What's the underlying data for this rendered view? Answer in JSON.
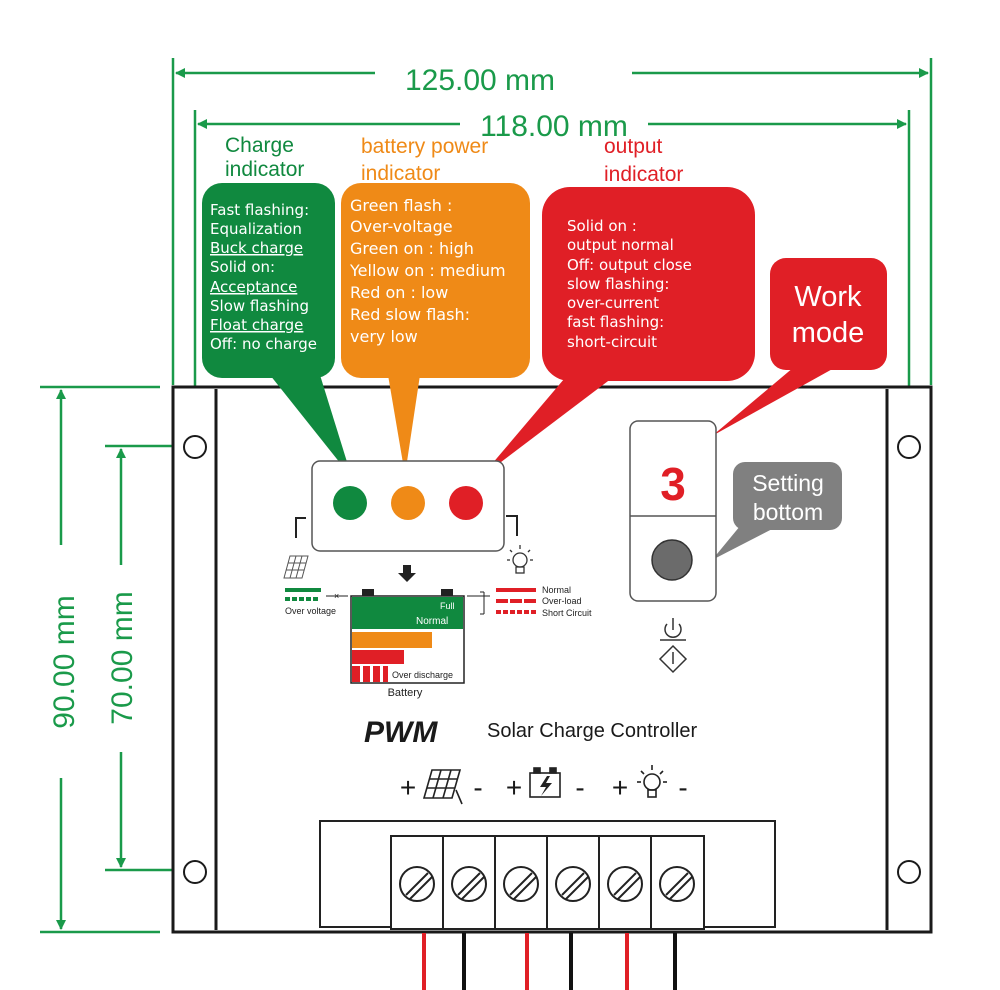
{
  "colors": {
    "dim_green": "#1a9a4a",
    "charge_green": "#10893f",
    "battery_orange": "#ef8a17",
    "output_red": "#e01f26",
    "work_red": "#e01f26",
    "setting_gray": "#808080",
    "frame": "#1a1a1a"
  },
  "dimensions": {
    "width_outer": "125.00 mm",
    "width_inner": "118.00 mm",
    "height_outer": "90.00 mm",
    "height_inner": "70.00 mm"
  },
  "charge_indicator": {
    "title_line1": "Charge",
    "title_line2": "indicator",
    "lines": [
      "Fast flashing:",
      "Equalization",
      "Buck charge",
      "Solid on:",
      "Acceptance",
      "Slow flashing",
      "Float charge",
      "Off: no charge"
    ]
  },
  "battery_indicator": {
    "title_line1": "battery power",
    "title_line2": "indicator",
    "lines": [
      "Green flash :",
      "Over-voltage",
      "Green on :  high",
      "Yellow on : medium",
      "Red on :      low",
      "Red slow flash:",
      "very low"
    ]
  },
  "output_indicator": {
    "title_line1": "output",
    "title_line2": "indicator",
    "lines": [
      "Solid on :",
      "output normal",
      "Off: output close",
      "slow flashing:",
      "over-current",
      "fast flashing:",
      "short-circuit"
    ]
  },
  "work_mode": {
    "line1": "Work",
    "line2": "mode"
  },
  "setting_button": {
    "line1": "Setting",
    "line2": "bottom"
  },
  "display_digit": "3",
  "panel": {
    "over_voltage": "Over voltage",
    "full": "Full",
    "normal": "Normal",
    "over_discharge": "Over discharge",
    "battery": "Battery",
    "legend_normal": "Normal",
    "legend_overload": "Over-load",
    "legend_short": "Short Circuit"
  },
  "brand": {
    "pwm": "PWM",
    "subtitle": "Solar Charge Controller"
  },
  "terminals": {
    "plus": "+",
    "minus": "-"
  }
}
